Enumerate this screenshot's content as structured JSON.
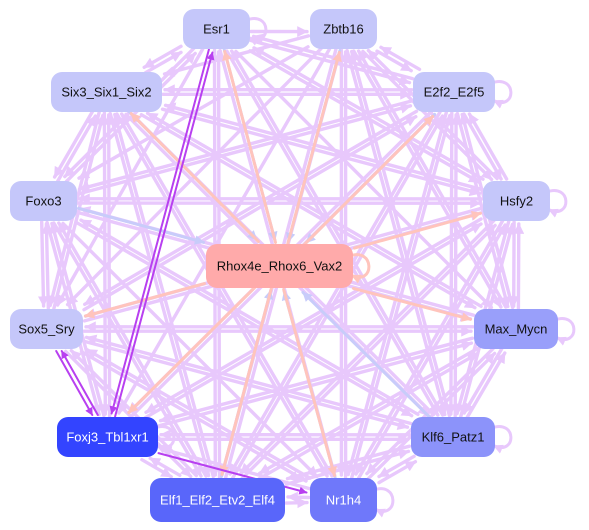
{
  "graph": {
    "nodes": [
      {
        "id": "esr1",
        "label": "Esr1",
        "color": "#c5c7fa",
        "text_color": "#111111"
      },
      {
        "id": "zbtb16",
        "label": "Zbtb16",
        "color": "#c5c7fa",
        "text_color": "#111111"
      },
      {
        "id": "six3",
        "label": "Six3_Six1_Six2",
        "color": "#c5c7fa",
        "text_color": "#111111"
      },
      {
        "id": "e2f2",
        "label": "E2f2_E2f5",
        "color": "#c5c7fa",
        "text_color": "#111111"
      },
      {
        "id": "foxo3",
        "label": "Foxo3",
        "color": "#c5c7fa",
        "text_color": "#111111"
      },
      {
        "id": "hsfy2",
        "label": "Hsfy2",
        "color": "#c5c7fa",
        "text_color": "#111111"
      },
      {
        "id": "rhox",
        "label": "Rhox4e_Rhox6_Vax2",
        "color": "#ffaaaa",
        "text_color": "#111111"
      },
      {
        "id": "sox5",
        "label": "Sox5_Sry",
        "color": "#c5c7fa",
        "text_color": "#111111"
      },
      {
        "id": "max",
        "label": "Max_Mycn",
        "color": "#999ffa",
        "text_color": "#111111"
      },
      {
        "id": "foxj3",
        "label": "Foxj3_Tbl1xr1",
        "color": "#3344ff",
        "text_color": "#ffffff"
      },
      {
        "id": "klf6",
        "label": "Klf6_Patz1",
        "color": "#8c93fa",
        "text_color": "#111111"
      },
      {
        "id": "elf1",
        "label": "Elf1_Elf2_Etv2_Elf4",
        "color": "#5966fa",
        "text_color": "#ffffff"
      },
      {
        "id": "nr1h4",
        "label": "Nr1h4",
        "color": "#6f78fa",
        "text_color": "#ffffff"
      }
    ],
    "edge_colors": {
      "default": "#e8c8fc",
      "to_rhox": "#c8ccfa",
      "from_rhox": "#ffc4bc",
      "strong": "#b840f0"
    },
    "self_loops": [
      "esr1",
      "e2f2",
      "hsfy2",
      "rhox",
      "max",
      "klf6",
      "foxj3",
      "nr1h4"
    ],
    "edges": [
      [
        "esr1",
        "six3"
      ],
      [
        "esr1",
        "foxo3"
      ],
      [
        "esr1",
        "sox5"
      ],
      [
        "esr1",
        "e2f2"
      ],
      [
        "esr1",
        "hsfy2"
      ],
      [
        "esr1",
        "max"
      ],
      [
        "esr1",
        "klf6"
      ],
      [
        "esr1",
        "elf1"
      ],
      [
        "esr1",
        "nr1h4"
      ],
      [
        "esr1",
        "zbtb16"
      ],
      [
        "zbtb16",
        "six3"
      ],
      [
        "zbtb16",
        "e2f2"
      ],
      [
        "zbtb16",
        "hsfy2"
      ],
      [
        "zbtb16",
        "max"
      ],
      [
        "zbtb16",
        "klf6"
      ],
      [
        "zbtb16",
        "nr1h4"
      ],
      [
        "zbtb16",
        "elf1"
      ],
      [
        "zbtb16",
        "foxj3"
      ],
      [
        "zbtb16",
        "sox5"
      ],
      [
        "zbtb16",
        "foxo3"
      ],
      [
        "six3",
        "e2f2"
      ],
      [
        "six3",
        "foxo3"
      ],
      [
        "six3",
        "hsfy2"
      ],
      [
        "six3",
        "max"
      ],
      [
        "six3",
        "klf6"
      ],
      [
        "six3",
        "sox5"
      ],
      [
        "six3",
        "foxj3"
      ],
      [
        "six3",
        "elf1"
      ],
      [
        "six3",
        "nr1h4"
      ],
      [
        "six3",
        "esr1"
      ],
      [
        "e2f2",
        "six3"
      ],
      [
        "e2f2",
        "hsfy2"
      ],
      [
        "e2f2",
        "max"
      ],
      [
        "e2f2",
        "klf6"
      ],
      [
        "e2f2",
        "elf1"
      ],
      [
        "e2f2",
        "nr1h4"
      ],
      [
        "e2f2",
        "foxj3"
      ],
      [
        "e2f2",
        "sox5"
      ],
      [
        "e2f2",
        "foxo3"
      ],
      [
        "e2f2",
        "esr1"
      ],
      [
        "e2f2",
        "zbtb16"
      ],
      [
        "foxo3",
        "e2f2"
      ],
      [
        "foxo3",
        "hsfy2"
      ],
      [
        "foxo3",
        "max"
      ],
      [
        "foxo3",
        "sox5"
      ],
      [
        "foxo3",
        "foxj3"
      ],
      [
        "foxo3",
        "elf1"
      ],
      [
        "foxo3",
        "nr1h4"
      ],
      [
        "foxo3",
        "klf6"
      ],
      [
        "foxo3",
        "six3"
      ],
      [
        "foxo3",
        "esr1"
      ],
      [
        "hsfy2",
        "six3"
      ],
      [
        "hsfy2",
        "foxo3"
      ],
      [
        "hsfy2",
        "sox5"
      ],
      [
        "hsfy2",
        "max"
      ],
      [
        "hsfy2",
        "klf6"
      ],
      [
        "hsfy2",
        "elf1"
      ],
      [
        "hsfy2",
        "nr1h4"
      ],
      [
        "hsfy2",
        "foxj3"
      ],
      [
        "hsfy2",
        "e2f2"
      ],
      [
        "hsfy2",
        "esr1"
      ],
      [
        "hsfy2",
        "zbtb16"
      ],
      [
        "sox5",
        "foxj3"
      ],
      [
        "sox5",
        "elf1"
      ],
      [
        "sox5",
        "nr1h4"
      ],
      [
        "sox5",
        "max"
      ],
      [
        "sox5",
        "klf6"
      ],
      [
        "sox5",
        "hsfy2"
      ],
      [
        "sox5",
        "foxo3"
      ],
      [
        "sox5",
        "six3"
      ],
      [
        "sox5",
        "e2f2"
      ],
      [
        "max",
        "klf6"
      ],
      [
        "max",
        "nr1h4"
      ],
      [
        "max",
        "elf1"
      ],
      [
        "max",
        "foxj3"
      ],
      [
        "max",
        "sox5"
      ],
      [
        "max",
        "hsfy2"
      ],
      [
        "max",
        "e2f2"
      ],
      [
        "max",
        "six3"
      ],
      [
        "max",
        "foxo3"
      ],
      [
        "max",
        "zbtb16"
      ],
      [
        "foxj3",
        "elf1"
      ],
      [
        "foxj3",
        "max"
      ],
      [
        "foxj3",
        "klf6"
      ],
      [
        "foxj3",
        "hsfy2"
      ],
      [
        "foxj3",
        "e2f2"
      ],
      [
        "foxj3",
        "six3"
      ],
      [
        "foxj3",
        "foxo3"
      ],
      [
        "foxj3",
        "sox5"
      ],
      [
        "klf6",
        "nr1h4"
      ],
      [
        "klf6",
        "elf1"
      ],
      [
        "klf6",
        "foxj3"
      ],
      [
        "klf6",
        "sox5"
      ],
      [
        "klf6",
        "max"
      ],
      [
        "klf6",
        "hsfy2"
      ],
      [
        "klf6",
        "e2f2"
      ],
      [
        "klf6",
        "six3"
      ],
      [
        "klf6",
        "foxo3"
      ],
      [
        "klf6",
        "esr1"
      ],
      [
        "klf6",
        "zbtb16"
      ],
      [
        "elf1",
        "nr1h4"
      ],
      [
        "elf1",
        "klf6"
      ],
      [
        "elf1",
        "max"
      ],
      [
        "elf1",
        "hsfy2"
      ],
      [
        "elf1",
        "e2f2"
      ],
      [
        "elf1",
        "six3"
      ],
      [
        "elf1",
        "foxo3"
      ],
      [
        "elf1",
        "sox5"
      ],
      [
        "elf1",
        "foxj3"
      ],
      [
        "elf1",
        "esr1"
      ],
      [
        "elf1",
        "zbtb16"
      ],
      [
        "nr1h4",
        "elf1"
      ],
      [
        "nr1h4",
        "klf6"
      ],
      [
        "nr1h4",
        "max"
      ],
      [
        "nr1h4",
        "hsfy2"
      ],
      [
        "nr1h4",
        "e2f2"
      ],
      [
        "nr1h4",
        "six3"
      ],
      [
        "nr1h4",
        "sox5"
      ],
      [
        "nr1h4",
        "foxj3"
      ],
      [
        "nr1h4",
        "zbtb16"
      ]
    ],
    "edges_to_rhox": [
      "esr1",
      "zbtb16",
      "six3",
      "e2f2",
      "foxo3",
      "klf6",
      "elf1",
      "nr1h4"
    ],
    "edges_from_rhox": [
      "esr1",
      "zbtb16",
      "six3",
      "e2f2",
      "hsfy2",
      "max",
      "sox5",
      "foxj3",
      "elf1",
      "nr1h4"
    ],
    "strong_edges": [
      [
        "esr1",
        "foxj3"
      ],
      [
        "foxj3",
        "esr1"
      ],
      [
        "foxj3",
        "nr1h4"
      ],
      [
        "sox5",
        "foxj3"
      ],
      [
        "foxj3",
        "sox5"
      ]
    ]
  }
}
